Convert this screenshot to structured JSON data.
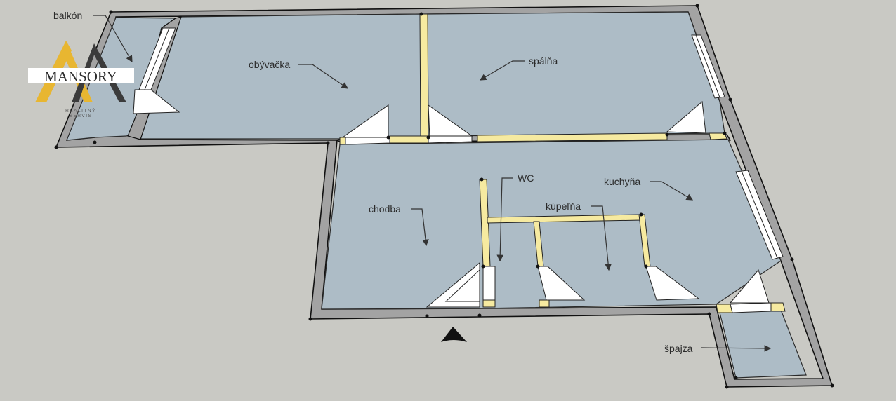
{
  "plan": {
    "rooms": {
      "balkon": "balkón",
      "obyvacka": "obývačka",
      "spalna": "spálňa",
      "chodba": "chodba",
      "wc": "WC",
      "kupelna": "kúpeľňa",
      "kuchyna": "kuchyňa",
      "spajza": "špajza"
    }
  },
  "logo": {
    "brand": "MANSORY",
    "tagline_line1": "REALITNÝ",
    "tagline_line2": "SERVIS",
    "colors": {
      "gold": "#e8b631",
      "dark": "#3b3b3b"
    }
  },
  "colors": {
    "background": "#c9c9c4",
    "floor": "#adbcc6",
    "wall": "#a3a3a3",
    "partition": "#f6eaa0"
  }
}
